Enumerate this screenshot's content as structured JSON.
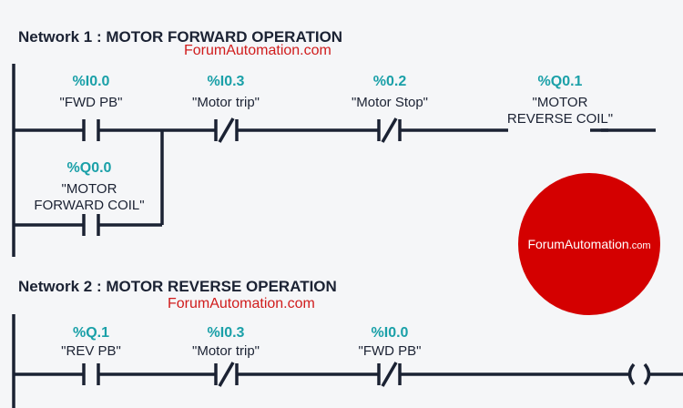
{
  "networks": [
    {
      "title": "Network 1 : MOTOR FORWARD OPERATION",
      "watermark": "ForumAutomation.com",
      "contacts": [
        {
          "address": "%I0.0",
          "name": "\"FWD PB\"",
          "type": "NO"
        },
        {
          "address": "%I0.3",
          "name": "\"Motor trip\"",
          "type": "NC"
        },
        {
          "address": "%0.2",
          "name": "\"Motor Stop\"",
          "type": "NC"
        }
      ],
      "coil": {
        "address": "%Q0.1",
        "name_line1": "\"MOTOR",
        "name_line2": "REVERSE COIL\""
      },
      "branch": {
        "address": "%Q0.0",
        "name_line1": "\"MOTOR",
        "name_line2": "FORWARD COIL\"",
        "type": "NO"
      }
    },
    {
      "title": "Network 2 : MOTOR REVERSE OPERATION",
      "watermark": "ForumAutomation.com",
      "contacts": [
        {
          "address": "%Q.1",
          "name": "\"REV PB\"",
          "type": "NO"
        },
        {
          "address": "%I0.3",
          "name": "\"Motor trip\"",
          "type": "NC"
        },
        {
          "address": "%I0.0",
          "name": "\"FWD PB\"",
          "type": "NC"
        }
      ]
    }
  ],
  "logo": {
    "name": "ForumAutomation",
    "domain": ".com"
  },
  "colors": {
    "address": "#1aa0a8",
    "watermark": "#d01c1c",
    "logo": "#d40000",
    "line": "#1b2233"
  }
}
